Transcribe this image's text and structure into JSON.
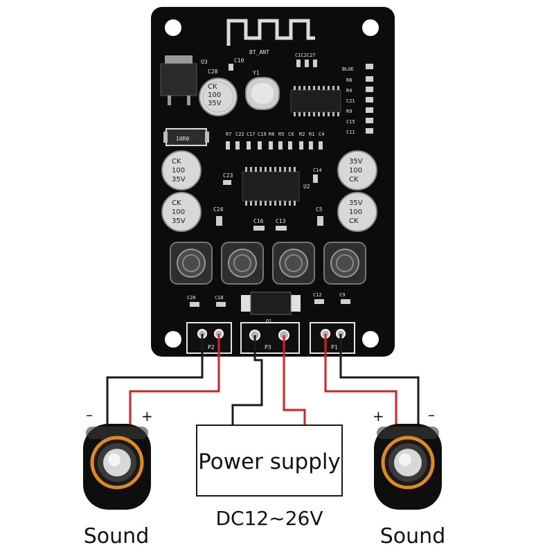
{
  "board": {
    "antenna_label": "BT_ANT",
    "u3": "U3",
    "c28": "C28",
    "c10": "C10",
    "y1": "Y1",
    "top_caps_label": "C1C2C27",
    "blue_label": "BLUE",
    "right_labels": [
      "R8",
      "R4",
      "C21",
      "R9",
      "C15",
      "C11"
    ],
    "resistor_marking": "10R0",
    "mid_labels": [
      "R7",
      "C22",
      "C17",
      "C19",
      "R6",
      "R5",
      "C6",
      "R2",
      "R1",
      "C4"
    ],
    "c23": "C23",
    "c14": "C14",
    "u2": "U2",
    "c24": "C24",
    "c5": "C5",
    "c16": "C16",
    "c13": "C13",
    "c20": "C20",
    "c18": "C18",
    "c12": "C12",
    "c9": "C9",
    "q1": "Q1",
    "cap_left_top": [
      "CK",
      "100",
      "35V"
    ],
    "cap_left_bottom": [
      "CK",
      "100",
      "35V"
    ],
    "cap_right_top": [
      "35V",
      "100",
      "CK"
    ],
    "cap_right_bottom": [
      "35V",
      "100",
      "CK"
    ],
    "cap_small": [
      "CK",
      "100",
      "35V"
    ],
    "connectors": {
      "p2": "P2",
      "p3": "P3",
      "p1": "P1"
    }
  },
  "wiring": {
    "minus_left": "–",
    "plus_left": "+",
    "plus_right": "+",
    "minus_right": "–",
    "wire_colors": {
      "negative": "#1a1a1a",
      "positive": "#d92020"
    }
  },
  "power_supply": {
    "label": "Power supply",
    "voltage": "DC12~26V"
  },
  "speakers": {
    "left_label": "Sound",
    "right_label": "Sound",
    "ring_color": "#e08a1e"
  }
}
